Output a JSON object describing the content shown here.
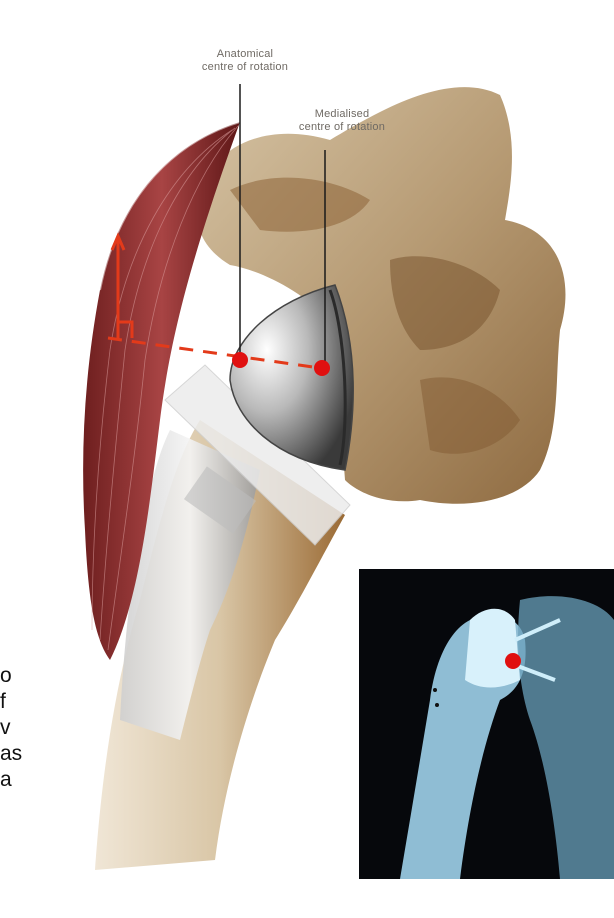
{
  "labels": {
    "anatomical_line1": "Anatomical",
    "anatomical_line2": "centre of rotation",
    "medialised_line1": "Medialised",
    "medialised_line2": "centre of rotation"
  },
  "side_fragments": [
    "o",
    "f",
    "v",
    "as",
    "a"
  ],
  "colors": {
    "marker_red": "#e01010",
    "guide_red": "#e33a1a",
    "muscle": "#8a2a2a",
    "bone": "#c9b496",
    "xray_bg": "#06080c",
    "xray_bone": "#9fd2ea"
  }
}
